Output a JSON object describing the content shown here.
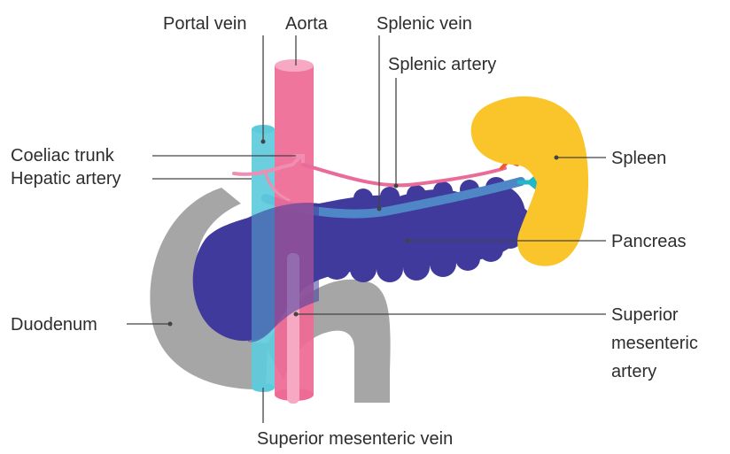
{
  "labels": {
    "portal_vein": "Portal vein",
    "aorta": "Aorta",
    "splenic_vein": "Splenic vein",
    "splenic_artery": "Splenic artery",
    "coeliac_trunk": "Coeliac trunk",
    "hepatic_artery": "Hepatic artery",
    "spleen": "Spleen",
    "pancreas": "Pancreas",
    "duodenum": "Duodenum",
    "sma_line1": "Superior",
    "sma_line2": "mesenteric",
    "sma_line3": "artery",
    "smv": "Superior mesenteric vein"
  },
  "colors": {
    "aorta": "#ee6b96",
    "aorta_light": "#f7a9c3",
    "portal_vein": "#5ecbdc",
    "pancreas": "#3f3a9c",
    "pancreas_edge": "#34308a",
    "splenic_vein": "#4f86c6",
    "spleen": "#f9c52a",
    "duodenum": "#a6a6a6",
    "hepatic_artery": "#f08db0",
    "splenic_artery": "#ea6a99",
    "splenic_artery_tip": "#f05a2a",
    "splenic_vein_tip": "#21b6c8"
  }
}
